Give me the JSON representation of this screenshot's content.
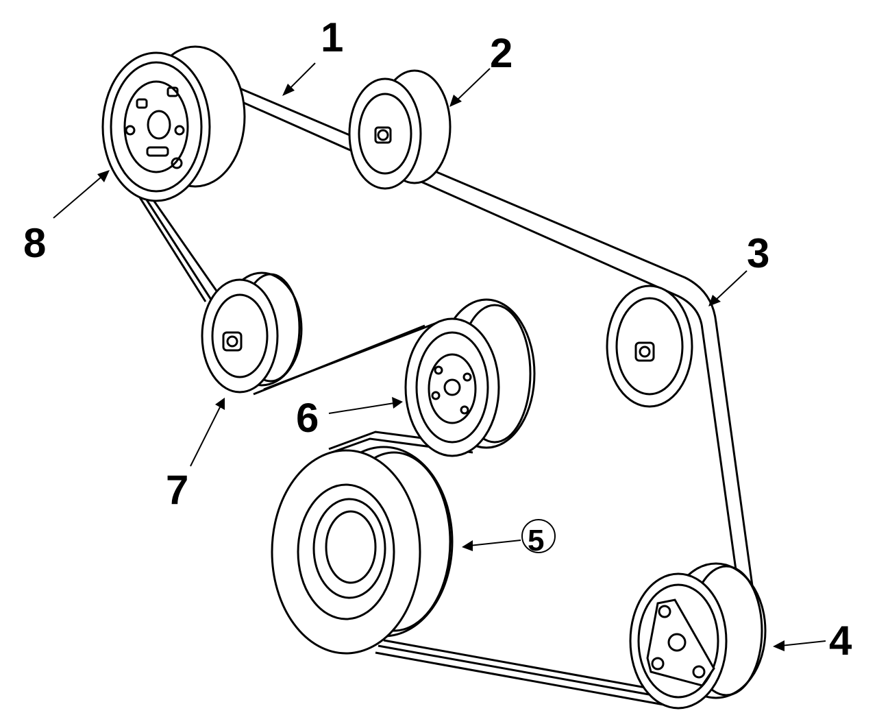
{
  "diagram": {
    "callouts": [
      {
        "id": "1",
        "text": "1"
      },
      {
        "id": "2",
        "text": "2"
      },
      {
        "id": "3",
        "text": "3"
      },
      {
        "id": "4",
        "text": "4"
      },
      {
        "id": "5",
        "text": "5"
      },
      {
        "id": "6",
        "text": "6"
      },
      {
        "id": "7",
        "text": "7"
      },
      {
        "id": "8",
        "text": "8"
      }
    ],
    "colors": {
      "line": "#000000",
      "background": "#ffffff"
    }
  }
}
